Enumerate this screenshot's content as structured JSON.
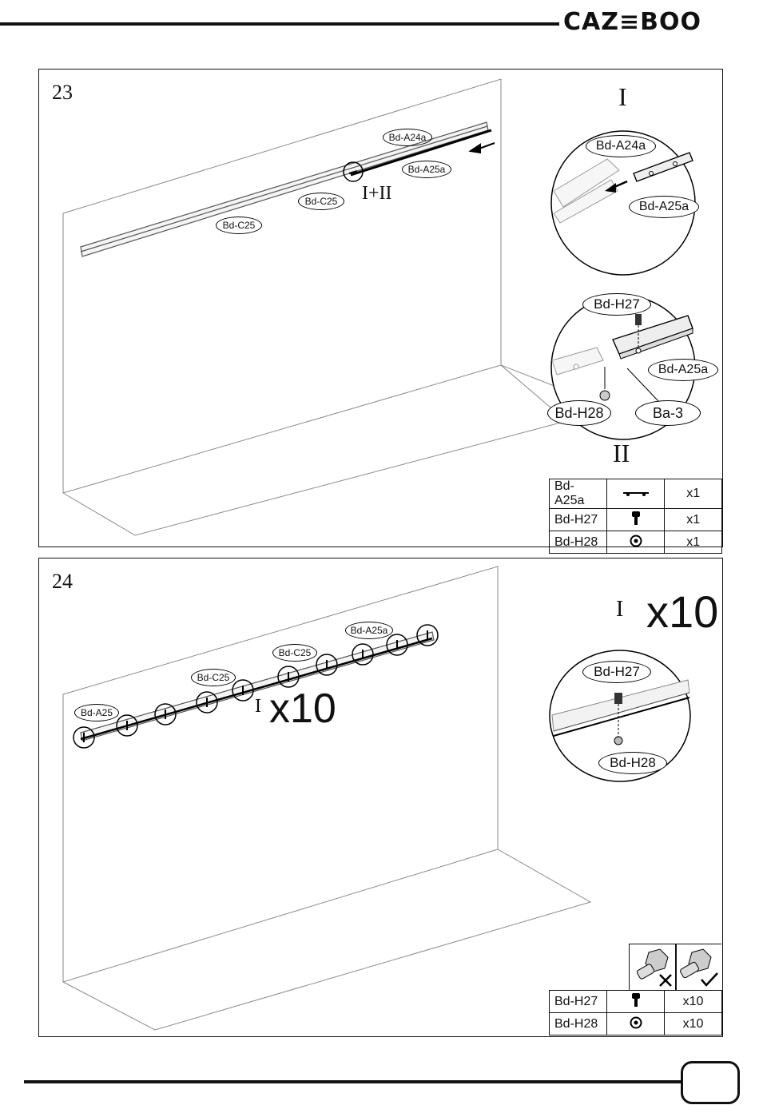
{
  "brand": "CAZ≡BOO",
  "steps": [
    {
      "number": "23",
      "labels": {
        "a24a": "Bd-A24a",
        "a25a": "Bd-A25a",
        "c25_1": "Bd-C25",
        "c25_2": "Bd-C25",
        "detail_ref": "I+II"
      },
      "detail_one": {
        "roman": "I",
        "callouts": [
          "Bd-A24a",
          "Bd-A25a"
        ]
      },
      "detail_two": {
        "roman": "II",
        "callouts": [
          "Bd-H27",
          "Bd-A25a",
          "Bd-H28",
          "Ba-3"
        ]
      },
      "parts": [
        {
          "code": "Bd-A25a",
          "icon": "rail-bracket-icon",
          "qty": "x1"
        },
        {
          "code": "Bd-H27",
          "icon": "bolt-icon",
          "qty": "x1"
        },
        {
          "code": "Bd-H28",
          "icon": "nut-icon",
          "qty": "x1"
        }
      ]
    },
    {
      "number": "24",
      "labels": {
        "a25": "Bd-A25",
        "c25_1": "Bd-C25",
        "c25_2": "Bd-C25",
        "a25a": "Bd-A25a",
        "inline_roman": "I",
        "inline_mult": "x10"
      },
      "detail": {
        "roman": "I",
        "mult": "x10",
        "callouts": [
          "Bd-H27",
          "Bd-H28"
        ]
      },
      "tighten": {
        "wrong_icon": "cross-icon",
        "right_icon": "check-icon"
      },
      "parts": [
        {
          "code": "Bd-H27",
          "icon": "bolt-icon",
          "qty": "x10"
        },
        {
          "code": "Bd-H28",
          "icon": "nut-icon",
          "qty": "x10"
        }
      ]
    }
  ]
}
